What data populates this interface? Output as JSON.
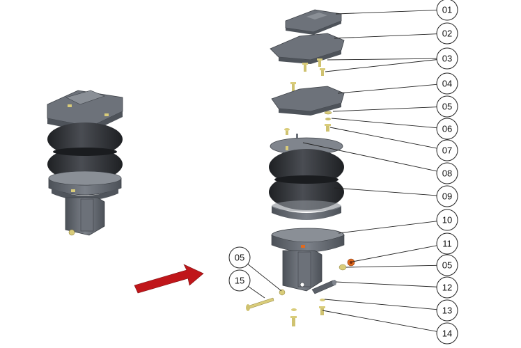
{
  "callouts": [
    {
      "id": "01",
      "label": "01",
      "target": [
        482,
        20
      ]
    },
    {
      "id": "02",
      "label": "02",
      "target": [
        480,
        55
      ]
    },
    {
      "id": "03",
      "label": "03",
      "target": [
        470,
        86
      ],
      "target2": [
        467,
        103
      ]
    },
    {
      "id": "04",
      "label": "04",
      "target": [
        485,
        134
      ]
    },
    {
      "id": "05a",
      "label": "05",
      "target": [
        478,
        160
      ]
    },
    {
      "id": "06",
      "label": "06",
      "target": [
        476,
        170
      ]
    },
    {
      "id": "07",
      "label": "07",
      "target": [
        474,
        183
      ]
    },
    {
      "id": "08",
      "label": "08",
      "target": [
        435,
        205
      ]
    },
    {
      "id": "09",
      "label": "09",
      "target": [
        480,
        270
      ]
    },
    {
      "id": "10",
      "label": "10",
      "target": [
        486,
        335
      ]
    },
    {
      "id": "11",
      "label": "11",
      "target": [
        506,
        376
      ]
    },
    {
      "id": "05b",
      "label": "05",
      "target": [
        497,
        384
      ]
    },
    {
      "id": "12",
      "label": "12",
      "target": [
        482,
        405
      ]
    },
    {
      "id": "13",
      "label": "13",
      "target": [
        466,
        430
      ]
    },
    {
      "id": "14",
      "label": "14",
      "target": [
        463,
        446
      ]
    },
    {
      "id": "05c",
      "label": "05",
      "target": [
        404,
        418
      ]
    },
    {
      "id": "15",
      "label": "15",
      "target": [
        380,
        428
      ]
    }
  ],
  "colors": {
    "part_gray": "#5b6068",
    "part_gray_light": "#80858d",
    "rubber": "#2b2d31",
    "brass": "#d9cc7a",
    "arrow_red": "#c0161a",
    "nut_orange": "#e06a1e"
  }
}
